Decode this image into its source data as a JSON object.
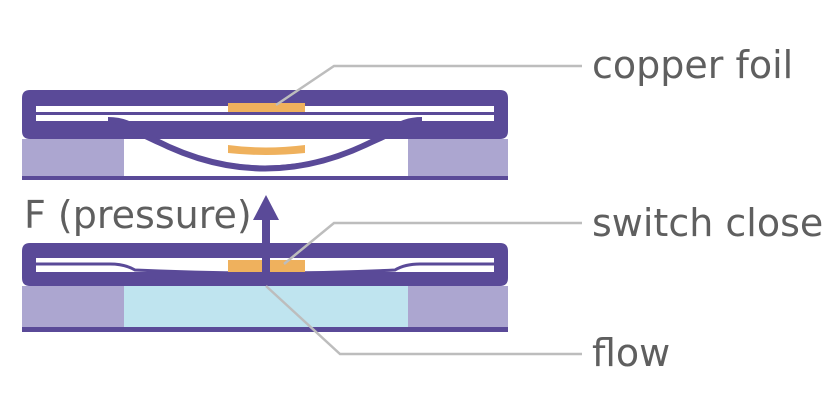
{
  "labels": {
    "copper_foil": "copper foil",
    "switch_close": "switch close",
    "flow": "flow",
    "force": "F (pressure)"
  },
  "colors": {
    "frame": "#5a4a98",
    "spacer": "#aca6d0",
    "copper": "#efb15d",
    "fluid": "#bfe4ef",
    "leader": "#bdbdbd",
    "text": "#5f5f5f"
  }
}
